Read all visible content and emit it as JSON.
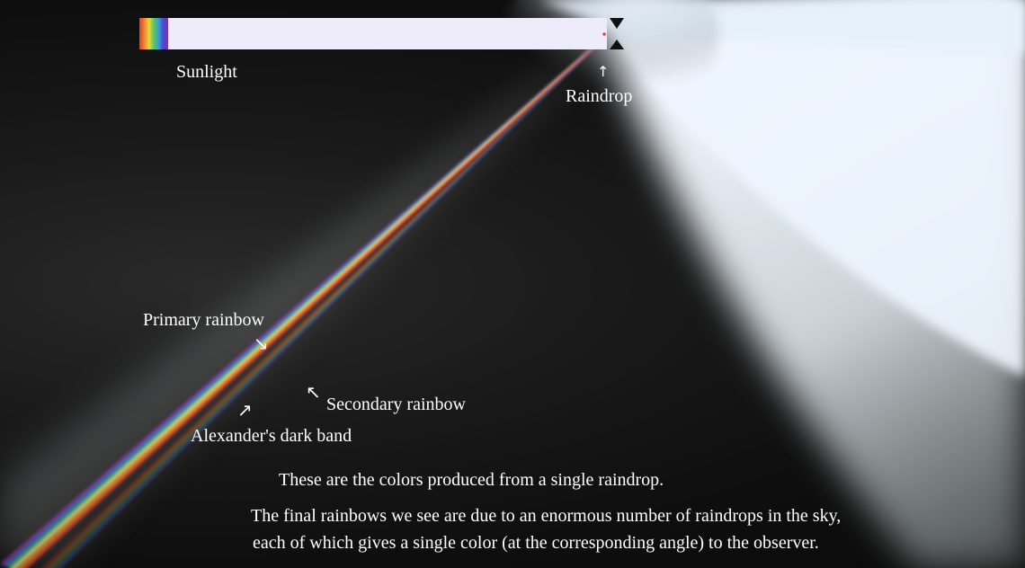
{
  "labels": {
    "sunlight": "Sunlight",
    "raindrop": "Raindrop",
    "primary_rainbow": "Primary rainbow",
    "secondary_rainbow": "Secondary rainbow",
    "dark_band": "Alexander's dark band"
  },
  "arrows": {
    "raindrop": "↑",
    "primary_rainbow": "↘",
    "secondary_rainbow": "↖",
    "dark_band": "↗"
  },
  "captions": [
    "These are the colors produced from a single raindrop.",
    "The final rainbows we see are due to an enormous number of raindrops in the sky,",
    "each of which gives a single color (at the corresponding angle) to the observer."
  ],
  "colors": {
    "background": "#0b0b0b",
    "sunlight_beam": "#eeecfb",
    "glow": "#e8f3ff",
    "raindrop_marker": "#ff2020",
    "text": "#ffffff"
  }
}
